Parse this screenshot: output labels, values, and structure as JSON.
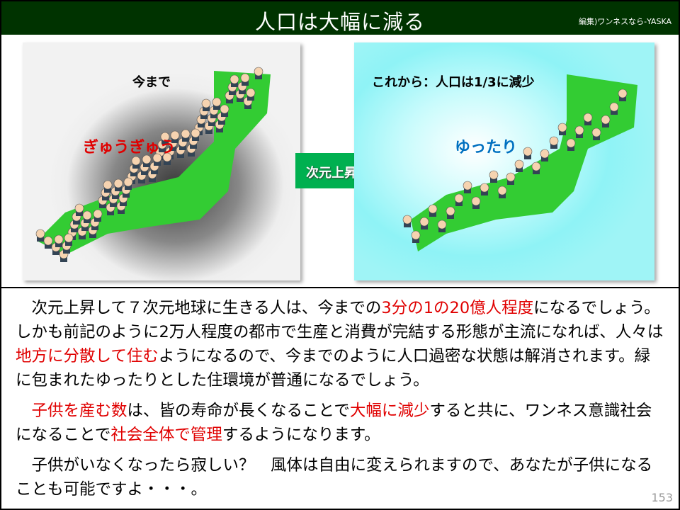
{
  "header": {
    "title": "人口は大幅に減る",
    "credit": "編集)ワンネスなら-YASKA"
  },
  "left_panel": {
    "caption": "今まで",
    "label": "ぎゅうぎゅう"
  },
  "arrow": {
    "label": "次元上昇"
  },
  "right_panel": {
    "caption": "これから：人口は1/3に減少",
    "label": "ゆったり"
  },
  "paragraphs": [
    [
      {
        "t": "次元上昇して７次元地球に生きる人は、今までの"
      },
      {
        "t": "3分の1の20億人程度",
        "red": true
      },
      {
        "t": "になるでしょう。しかも前記のように2万人程度の都市で生産と消費が完結する形態が主流になれば、人々は"
      },
      {
        "t": "地方に分散して住む",
        "red": true
      },
      {
        "t": "ようになるので、今までのように人口過密な状態は解消されます。緑に包まれたゆったりとした住環境が普通になるでしょう。"
      }
    ],
    [
      {
        "t": "子供を産む数",
        "red": true
      },
      {
        "t": "は、皆の寿命が長くなることで"
      },
      {
        "t": "大幅に減少",
        "red": true
      },
      {
        "t": "すると共に、ワンネス意識社会になることで"
      },
      {
        "t": "社会全体で管理",
        "red": true
      },
      {
        "t": "するようになります。"
      }
    ],
    [
      {
        "t": "子供がいなくなったら寂しい？　風体は自由に変えられますので、あなたが子供になることも可能ですよ・・・。"
      }
    ]
  ],
  "page_number": "153",
  "colors": {
    "title_bg": "#003300",
    "arrow": "#00b050",
    "emphasis_red": "#e00000",
    "label_blue": "#0070c0",
    "map_green": "#33cc33"
  }
}
